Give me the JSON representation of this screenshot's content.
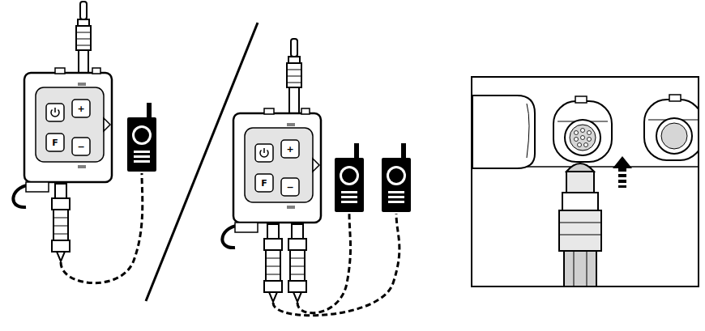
{
  "diagram": {
    "labels": [
      "+",
      "F",
      "−",
      "+",
      "F",
      "−"
    ]
  }
}
